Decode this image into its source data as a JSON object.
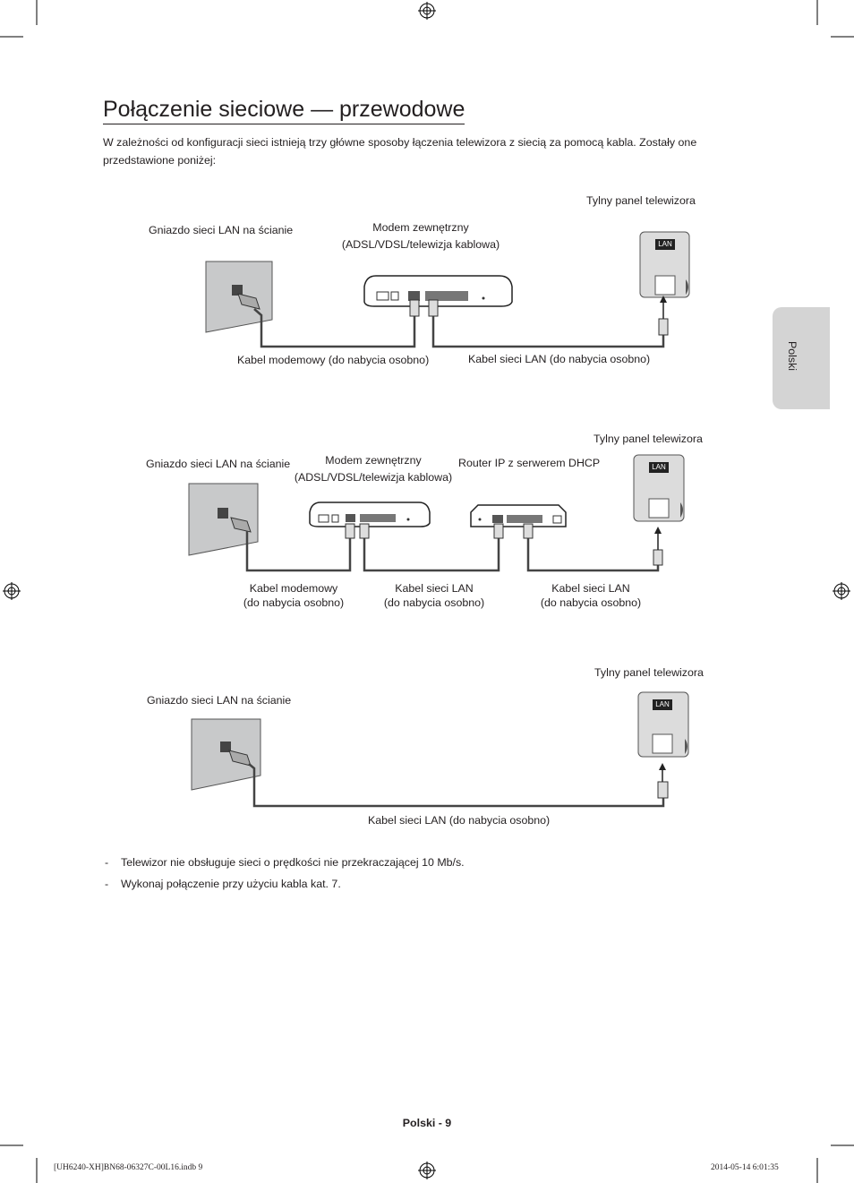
{
  "page": {
    "title": "Połączenie sieciowe — przewodowe",
    "intro": "W zależności od konfiguracji sieci istnieją trzy główne sposoby łączenia telewizora z siecią za pomocą kabla. Zostały one przedstawione poniżej:",
    "side_tab": "Polski",
    "footer": "Polski - 9",
    "meta_left": "[UH6240-XH]BN68-06327C-00L16.indb   9",
    "meta_right": "2014-05-14   6:01:35"
  },
  "diagram1": {
    "tv_panel": "Tylny panel telewizora",
    "wall_socket": "Gniazdo sieci LAN na ścianie",
    "modem_line1": "Modem zewnętrzny",
    "modem_line2": "(ADSL/VDSL/telewizja kablowa)",
    "modem_cable": "Kabel modemowy (do nabycia osobno)",
    "lan_cable": "Kabel sieci LAN (do nabycia osobno)",
    "lan_badge": "LAN"
  },
  "diagram2": {
    "tv_panel": "Tylny panel telewizora",
    "wall_socket": "Gniazdo sieci LAN na ścianie",
    "modem_line1": "Modem zewnętrzny",
    "modem_line2": "(ADSL/VDSL/telewizja kablowa)",
    "router": "Router IP z serwerem DHCP",
    "modem_cable_line1": "Kabel modemowy",
    "modem_cable_line2": "(do nabycia osobno)",
    "lan_cable1_line1": "Kabel sieci LAN",
    "lan_cable1_line2": "(do nabycia osobno)",
    "lan_cable2_line1": "Kabel sieci LAN",
    "lan_cable2_line2": "(do nabycia osobno)",
    "lan_badge": "LAN"
  },
  "diagram3": {
    "tv_panel": "Tylny panel telewizora",
    "wall_socket": "Gniazdo sieci LAN na ścianie",
    "lan_cable": "Kabel sieci LAN (do nabycia osobno)",
    "lan_badge": "LAN"
  },
  "notes": [
    "Telewizor nie obsługuje sieci o prędkości nie przekraczającej 10 Mb/s.",
    "Wykonaj połączenie przy użyciu kabla kat. 7."
  ],
  "note_bullet": "-"
}
